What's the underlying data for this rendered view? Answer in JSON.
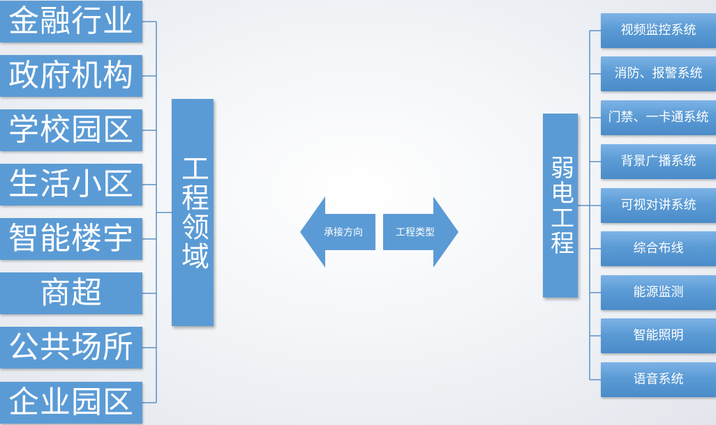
{
  "left_title": "工程领域",
  "right_title": "弱电工程",
  "industries": [
    "金融行业",
    "政府机构",
    "学校园区",
    "生活小区",
    "智能楼宇",
    "商超",
    "公共场所",
    "企业园区"
  ],
  "arrows": {
    "left_label": "承接方向",
    "right_label": "工程类型"
  },
  "systems": [
    "视频监控系统",
    "消防、报警系统",
    "门禁、一卡通系统",
    "背景广播系统",
    "可视对讲系统",
    "综合布线",
    "能源监测",
    "智能照明",
    "语音系统"
  ],
  "colors": {
    "box_fill": "#5b9bd5",
    "connector": "#5b8fc8",
    "text": "#ffffff"
  }
}
